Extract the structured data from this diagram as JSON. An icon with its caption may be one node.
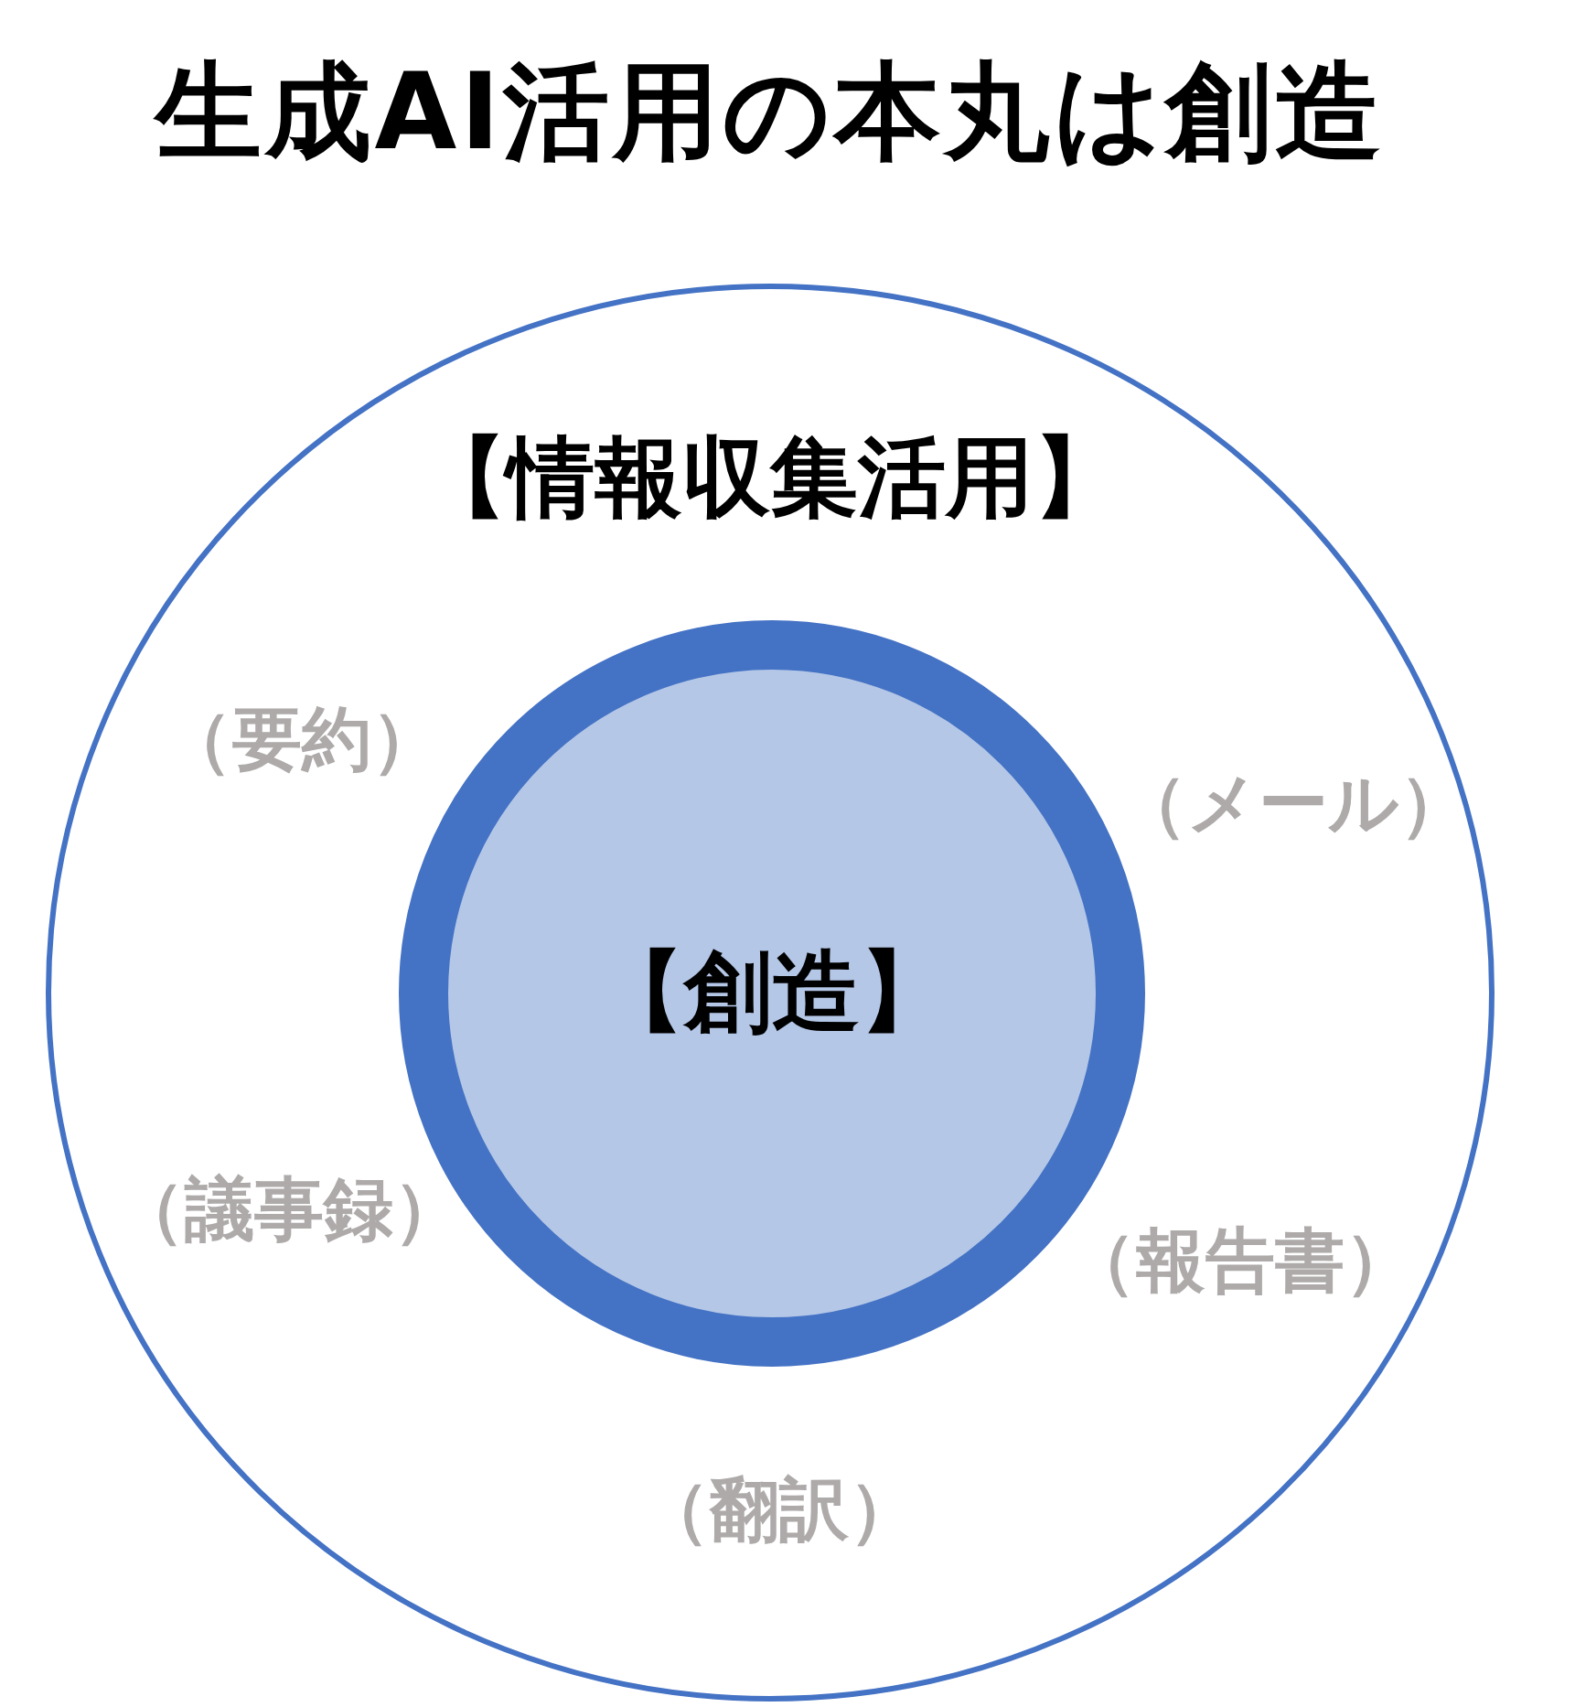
{
  "diagram": {
    "title": "生成AI活用の本丸は創造",
    "nodes": [
      {
        "text": [
          "【情報収集活用】"
        ]
      },
      {
        "text": [
          "【創造】"
        ],
        "in": 0
      }
    ],
    "labels": [
      "（要約）",
      "（メール）",
      "（議事録）",
      "（報告書）",
      "（翻訳）"
    ]
  }
}
